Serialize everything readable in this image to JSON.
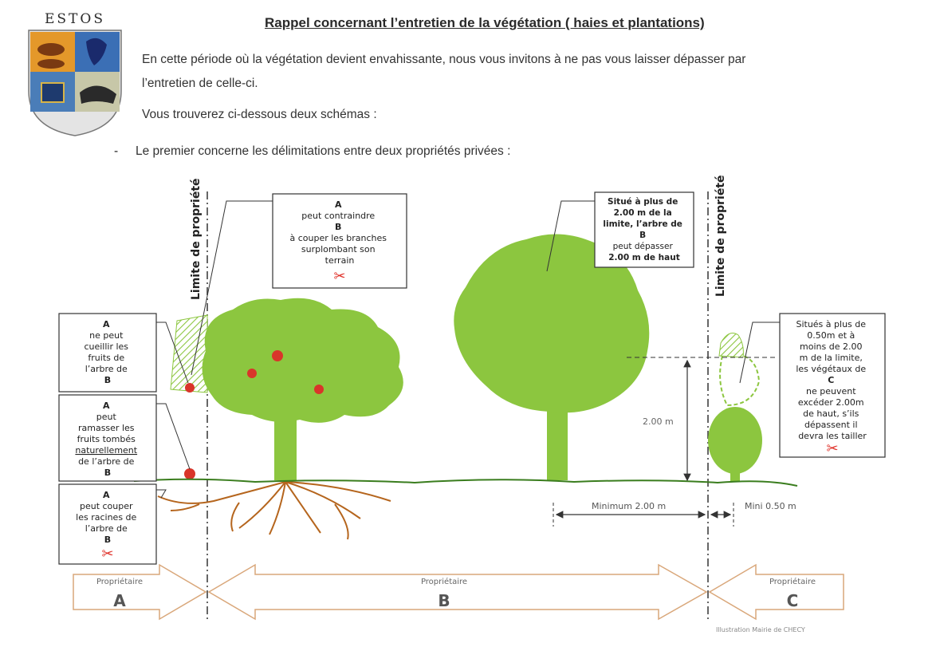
{
  "header": {
    "crest_label": "ESTOS",
    "title": "Rappel concernant l’entretien de la végétation ( haies et plantations)",
    "intro_line1": "En cette période où la végétation devient envahissante, nous vous invitons à ne pas vous laisser  dépasser par",
    "intro_line2": "l’entretien de celle-ci.",
    "schemas_line": "Vous trouverez ci-dessous deux schémas :",
    "bullet_dash": "-",
    "bullet_line": "Le premier concerne les délimitations entre deux propriétés privées :"
  },
  "diagram": {
    "property_limit_label": "Limite de propriété",
    "box_top_a": [
      "A",
      "peut contraindre",
      "B",
      "à couper les branches",
      "surplombant son",
      "terrain"
    ],
    "box_fruits": [
      "A",
      "ne peut",
      "cueillir les",
      "fruits de",
      "l’arbre de",
      "B"
    ],
    "box_fallen": [
      "A",
      "peut",
      "ramasser les",
      "fruits tombés",
      "naturellement",
      "de l’arbre de",
      "B"
    ],
    "box_roots": [
      "A",
      "peut couper",
      "les racines de",
      "l’arbre de",
      "B"
    ],
    "box_tall_tree": [
      "Situé à plus de",
      "2.00 m de la",
      "limite, l’arbre de",
      "B",
      "peut dépasser",
      "2.00 m de haut"
    ],
    "box_plants_c": [
      "Situés à plus de",
      "0.50m et à",
      "moins de 2.00",
      "m de la limite,",
      "les végétaux de",
      "C",
      "ne peuvent",
      "excéder 2.00m",
      "de haut, s’ils",
      "dépassent il",
      "devra les tailler"
    ],
    "height_label": "2.00 m",
    "min_distance_label": "Minimum 2.00 m",
    "mini_distance_label": "Mini 0.50 m",
    "owner_word": "Propriétaire",
    "owner_a": "A",
    "owner_b": "B",
    "owner_c": "C",
    "credit": "Illustration   Mairie de CHECY"
  },
  "colors": {
    "tree_green": "#8cc63f",
    "ground_green": "#3a7d1e",
    "root_brown": "#b5651d",
    "scissors_red": "#e0322a",
    "arrow_outline": "#d9a77a"
  }
}
